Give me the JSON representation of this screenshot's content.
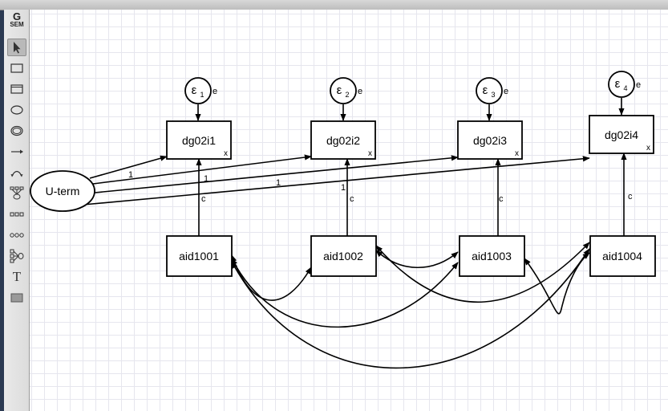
{
  "toolbar": {
    "logo_letter": "G",
    "logo_sub": "SEM",
    "tool_icons": [
      "select-pointer-icon",
      "observed-variable-icon",
      "generalized-response-icon",
      "latent-variable-icon",
      "multilevel-latent-icon",
      "path-arrow-icon",
      "covariance-icon",
      "regression-component-icon",
      "measurement-component-icon",
      "observed-variables-set-icon",
      "latent-variables-set-icon",
      "text-tool-icon",
      "area-tool-icon"
    ],
    "text_tool_label": "T",
    "selected_tool": "select-pointer-icon"
  },
  "diagram": {
    "latent": {
      "label": "U-term"
    },
    "errors": [
      {
        "symbol": "ε",
        "sub": "1",
        "label": "e"
      },
      {
        "symbol": "ε",
        "sub": "2",
        "label": "e"
      },
      {
        "symbol": "ε",
        "sub": "3",
        "label": "e"
      },
      {
        "symbol": "ε",
        "sub": "4",
        "label": "e"
      }
    ],
    "outcomes": [
      {
        "label": "dg02i1",
        "corner": "x"
      },
      {
        "label": "dg02i2",
        "corner": "x"
      },
      {
        "label": "dg02i3",
        "corner": "x"
      },
      {
        "label": "dg02i4",
        "corner": "x"
      }
    ],
    "predictors": [
      {
        "label": "aid1001"
      },
      {
        "label": "aid1002"
      },
      {
        "label": "aid1003"
      },
      {
        "label": "aid1004"
      }
    ],
    "path_labels": {
      "latent_loadings": [
        "1",
        "1",
        "1",
        "1"
      ],
      "predictor_paths": [
        "c",
        "c",
        "c",
        "c"
      ]
    }
  }
}
